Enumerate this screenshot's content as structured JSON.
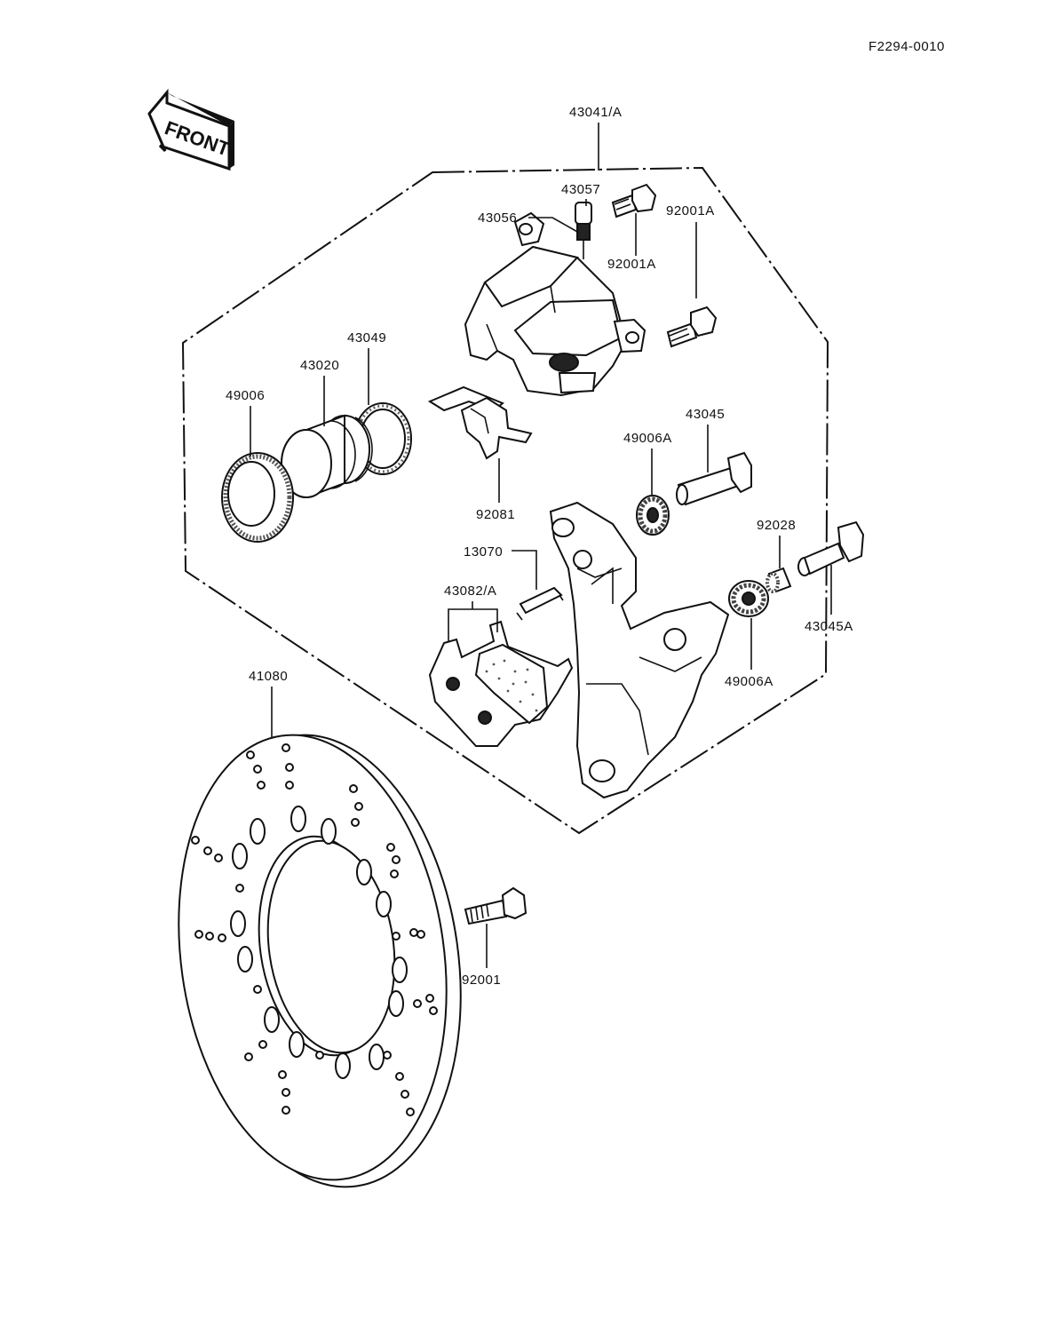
{
  "figure_code": "F2294-0010",
  "front_badge": "FRONT",
  "labels": {
    "caliper_assy": "43041/A",
    "bleed_cap": "43057",
    "bleed_valve": "43056",
    "bolt_upper": "92001A",
    "bolt_right": "92001A",
    "ring": "43049",
    "piston": "43020",
    "seal": "49006",
    "pad_spring": "92081",
    "pin": "43045",
    "boot_upper": "49006A",
    "collar": "92028",
    "pin_lower": "43045A",
    "boot_lower": "49006A",
    "clip": "13070",
    "pads": "43082/A",
    "disc": "41080",
    "disc_bolt": "92001"
  }
}
